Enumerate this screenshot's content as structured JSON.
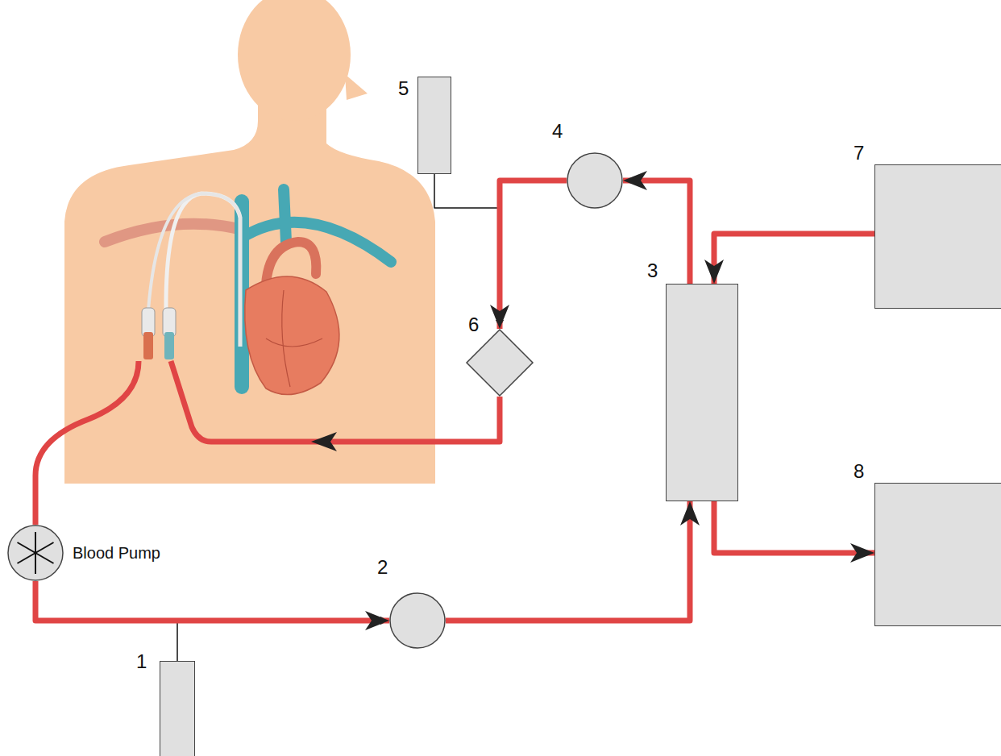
{
  "diagram": {
    "nodes": [
      {
        "text": [
          "Blood Pump"
        ]
      },
      {
        "text": [
          "1"
        ]
      },
      {
        "text": [
          "2"
        ]
      },
      {
        "text": [
          "3"
        ]
      },
      {
        "text": [
          "4"
        ]
      },
      {
        "text": [
          "5"
        ]
      },
      {
        "text": [
          "6"
        ]
      },
      {
        "text": [
          "7"
        ]
      },
      {
        "text": [
          "8"
        ]
      }
    ],
    "edges": [
      {
        "from": 1,
        "to": 2,
        "arrow": "to"
      },
      {
        "from": 0,
        "to": 2,
        "arrow": "to"
      },
      {
        "from": 2,
        "to": 3,
        "arrow": "to"
      },
      {
        "from": 3,
        "to": 4,
        "arrow": "to"
      },
      {
        "from": 7,
        "to": 3,
        "arrow": "to"
      },
      {
        "from": 3,
        "to": 8,
        "arrow": "to"
      },
      {
        "from": 5,
        "to": 6,
        "arrow": "to"
      },
      {
        "from": 4,
        "to": 6,
        "arrow": "to"
      }
    ]
  }
}
